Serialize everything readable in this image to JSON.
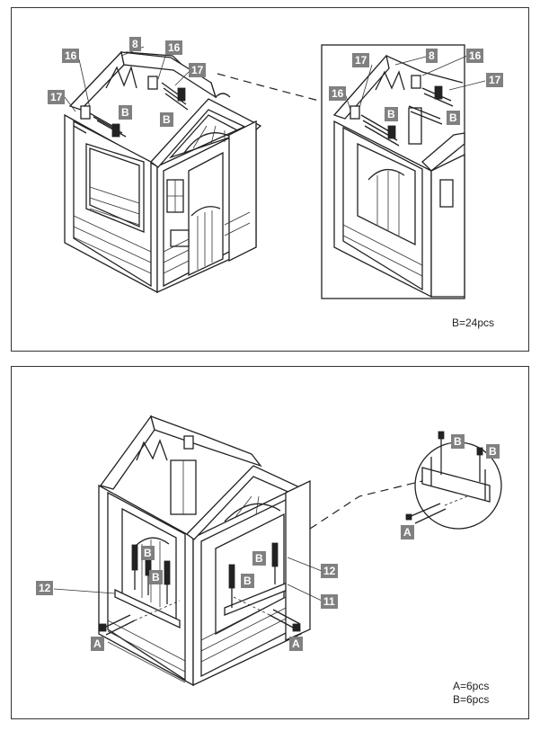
{
  "step_top": {
    "labels": {
      "part_16_a": "16",
      "part_16_b": "16",
      "part_16_c": "16",
      "part_16_d": "16",
      "part_17_a": "17",
      "part_17_b": "17",
      "part_17_c": "17",
      "part_17_d": "17",
      "part_8_a": "8",
      "part_8_b": "8",
      "screw_b_a": "B",
      "screw_b_b": "B",
      "screw_b_c": "B",
      "screw_b_d": "B"
    },
    "quantity": "B=24pcs"
  },
  "step_bottom": {
    "labels": {
      "screw_b_1": "B",
      "screw_b_2": "B",
      "screw_b_3": "B",
      "screw_b_4": "B",
      "screw_b_5": "B",
      "screw_b_6": "B",
      "part_12_a": "12",
      "part_12_b": "12",
      "part_11": "11",
      "bolt_a_1": "A",
      "bolt_a_2": "A",
      "bolt_a_3": "A"
    },
    "quantity_a": "A=6pcs",
    "quantity_b": "B=6pcs"
  }
}
